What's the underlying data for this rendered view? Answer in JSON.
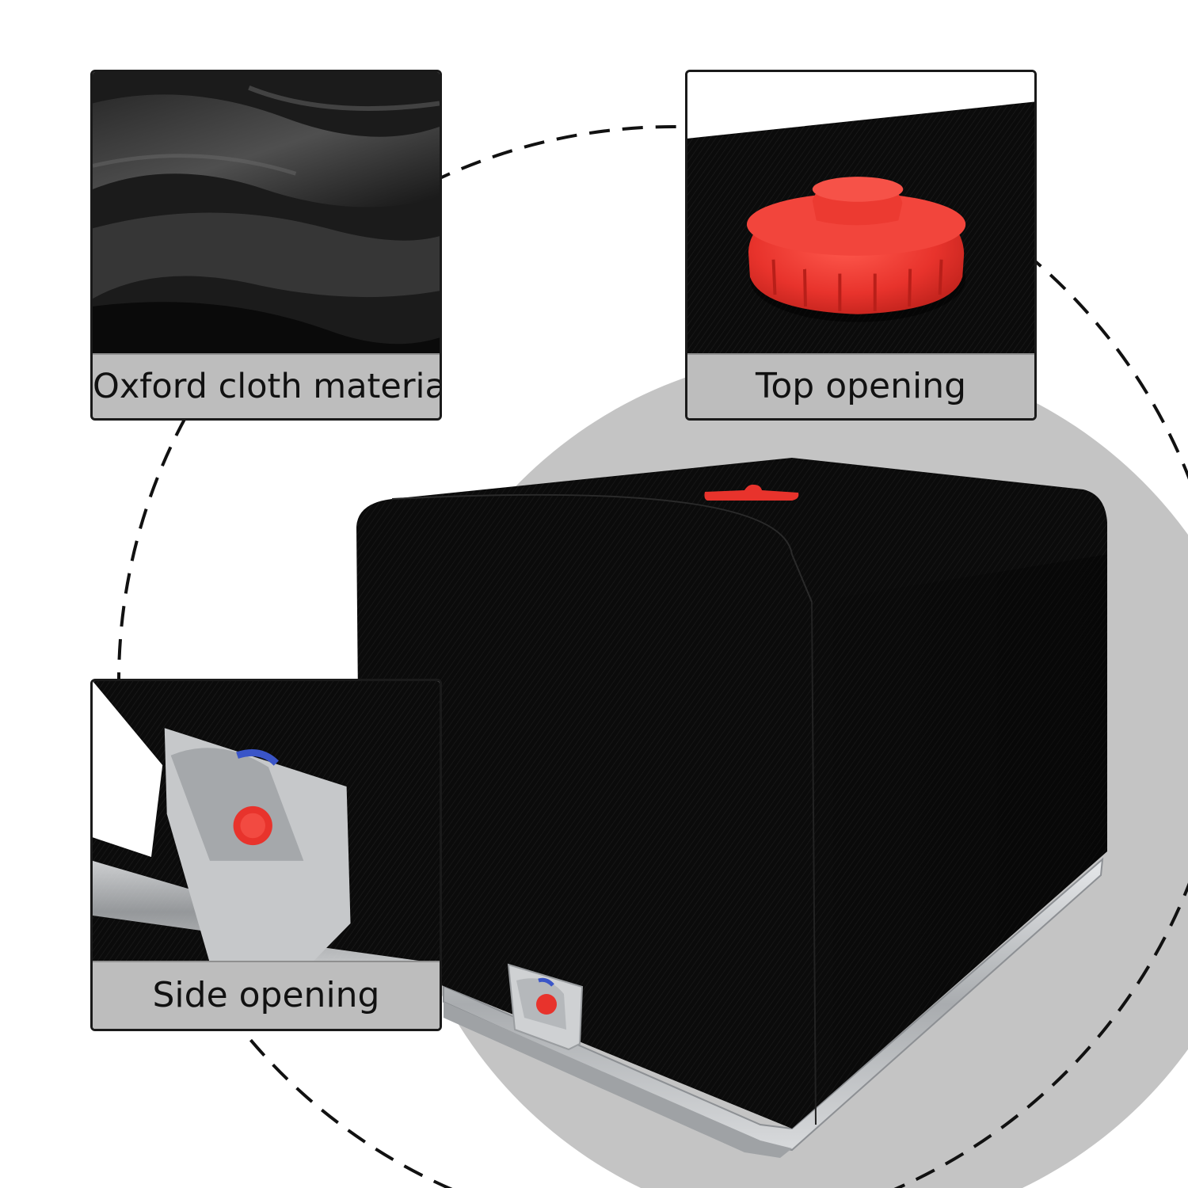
{
  "image": {
    "subject": "black oxford cloth cover on a tote tank with detail callouts",
    "colors": {
      "background": "#ffffff",
      "backdrop_circle": "#c4c4c4",
      "cover_fabric": "#0a0a0a",
      "cap_red": "#e8332c",
      "caption_band": "#bdbdbd",
      "frame_metal": "#b9bcbf"
    }
  },
  "callouts": [
    {
      "id": "oxford",
      "label": "Oxford cloth material",
      "icon": "fabric-closeup-icon"
    },
    {
      "id": "top",
      "label": "Top opening",
      "icon": "red-screw-cap-icon"
    },
    {
      "id": "side",
      "label": "Side opening",
      "icon": "drain-valve-icon"
    }
  ]
}
